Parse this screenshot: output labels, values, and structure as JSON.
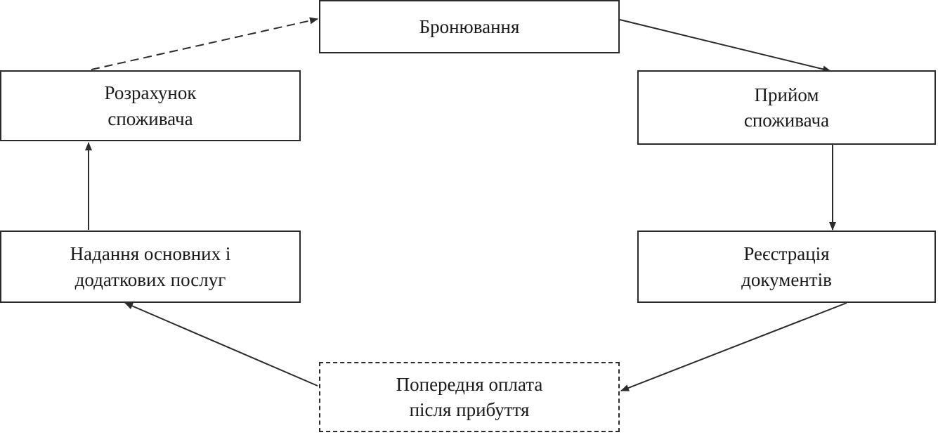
{
  "diagram": {
    "nodes": [
      {
        "id": "booking",
        "label": "Бронювання",
        "style": "solid"
      },
      {
        "id": "checkin",
        "label": "Прийом\nспоживача",
        "style": "solid"
      },
      {
        "id": "registration",
        "label": "Реєстрація\nдокументів",
        "style": "solid"
      },
      {
        "id": "prepayment",
        "label": "Попередня оплата\nпісля прибуття",
        "style": "dashed"
      },
      {
        "id": "services",
        "label": "Надання основних і\nдодаткових послуг",
        "style": "solid"
      },
      {
        "id": "settlement",
        "label": "Розрахунок\nспоживача",
        "style": "solid"
      }
    ],
    "edges": [
      {
        "from": "booking",
        "to": "checkin",
        "style": "solid"
      },
      {
        "from": "checkin",
        "to": "registration",
        "style": "solid"
      },
      {
        "from": "registration",
        "to": "prepayment",
        "style": "solid"
      },
      {
        "from": "prepayment",
        "to": "services",
        "style": "solid"
      },
      {
        "from": "services",
        "to": "settlement",
        "style": "solid"
      },
      {
        "from": "settlement",
        "to": "booking",
        "style": "dashed"
      }
    ]
  },
  "colors": {
    "line": "#2b2b2b",
    "background": "#ffffff"
  }
}
